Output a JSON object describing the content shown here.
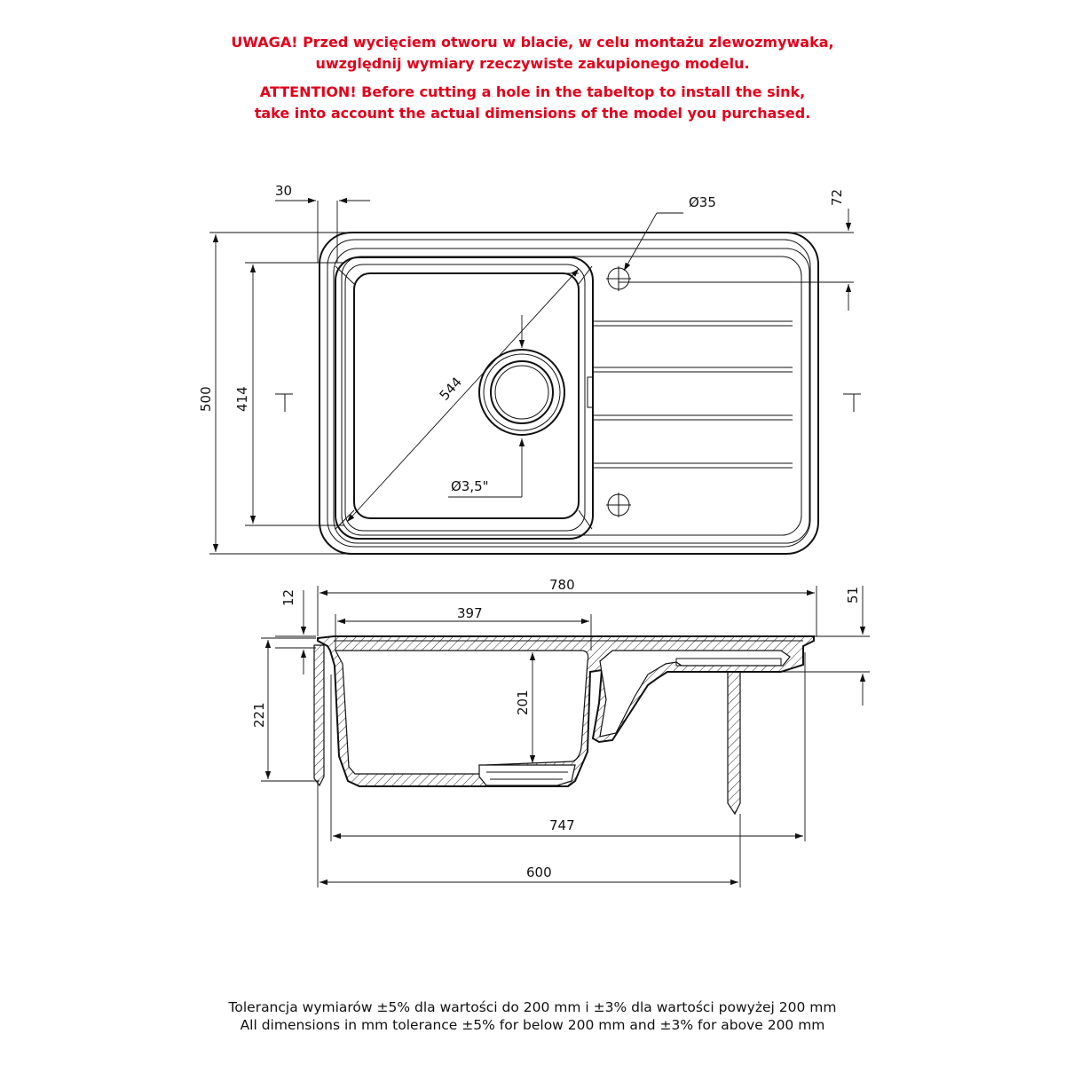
{
  "warning": {
    "pl_line1": "UWAGA! Przed wycięciem otworu w blacie, w celu montażu zlewozmywaka,",
    "pl_line2": "uwzględnij wymiary rzeczywiste zakupionego modelu.",
    "en_line1": "ATTENTION! Before cutting a hole in the tabeltop to install the sink,",
    "en_line2": "take into account the actual dimensions of the model you purchased.",
    "color": "#e3001b"
  },
  "dimensions": {
    "top_view": {
      "rim_offset": "30",
      "tap_hole": "Ø35",
      "tap_hole_offset": "72",
      "overall_depth": "500",
      "bowl_depth": "414",
      "bowl_diagonal": "544",
      "drain": "Ø3,5\""
    },
    "section_view": {
      "overall_width": "780",
      "bowl_width": "397",
      "rim_height": "12",
      "drainer_height": "51",
      "overall_height": "221",
      "bowl_height": "201",
      "bottom_width": "747",
      "cabinet_width": "600"
    }
  },
  "tolerance": {
    "pl": "Tolerancja wymiarów ±5% dla wartości do 200 mm i ±3% dla wartości powyżej 200 mm",
    "en": "All dimensions in mm tolerance ±5% for below 200 mm and ±3% for above 200 mm"
  }
}
